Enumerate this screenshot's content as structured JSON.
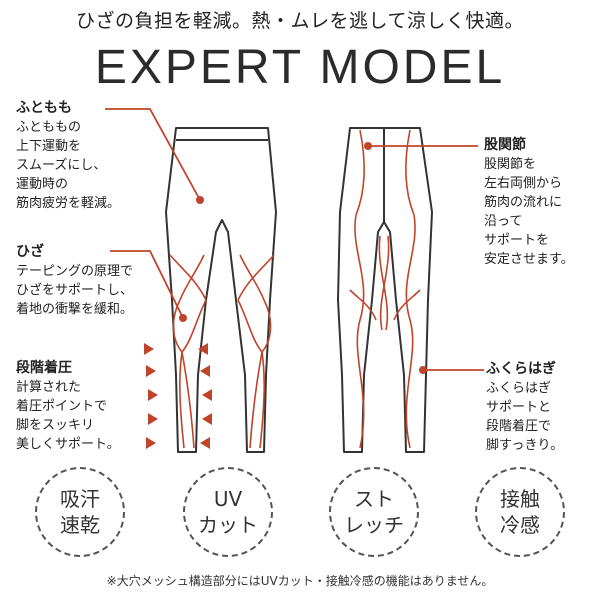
{
  "header": {
    "tagline": "ひざの負担を軽減。熱・ムレを逃して涼しく快適。",
    "model": "EXPERT MODEL"
  },
  "callouts": {
    "thigh": {
      "title": "ふともも",
      "body": "ふとももの\n上下運動を\nスムーズにし、\n運動時の\n筋肉疲労を軽減。"
    },
    "knee": {
      "title": "ひざ",
      "body": "テーピングの原理で\nひざをサポートし、\n着地の衝撃を緩和。"
    },
    "graduated": {
      "title": "段階着圧",
      "body": "計算された\n着圧ポイントで\n脚をスッキリ\n美しくサポート。"
    },
    "hip": {
      "title": "股関節",
      "body": "股関節を\n左右両側から\n筋肉の流れに\n沿って\nサポートを\n安定させます。"
    },
    "calf": {
      "title": "ふくらはぎ",
      "body": "ふくらはぎ\nサポートと\n段階着圧で\n脚すっきり。"
    }
  },
  "badges": [
    "吸汗\n速乾",
    "UV\nカット",
    "スト\nレッチ",
    "接触\n冷感"
  ],
  "footnote": "※大穴メッシュ構造部分にはUVカット・接触冷感の機能はありません。",
  "colors": {
    "accent": "#c0442a",
    "line": "#333333"
  },
  "icons": [
    "pants-front-illustration",
    "pants-back-illustration",
    "compression-arrow-icon"
  ]
}
